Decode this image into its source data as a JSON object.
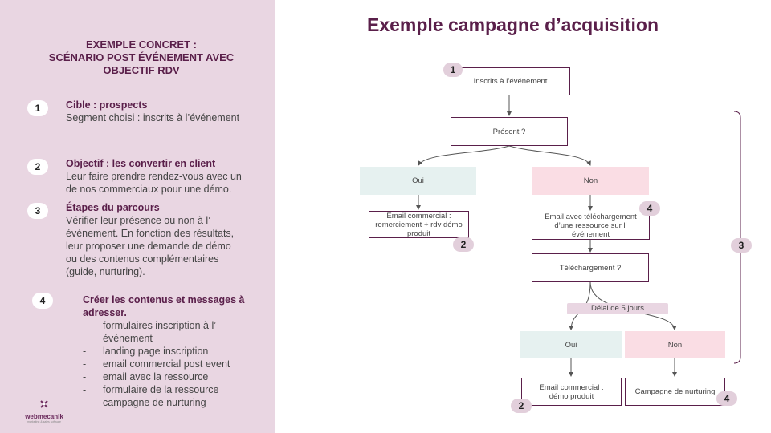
{
  "left_panel": {
    "title_lines": [
      "EXEMPLE CONCRET :",
      "SCÉNARIO POST ÉVÉNEMENT AVEC",
      "OBJECTIF RDV"
    ],
    "sections": [
      {
        "number": "1",
        "heading": "Cible : prospects",
        "body": "Segment choisi : inscrits à l’événement"
      },
      {
        "number": "2",
        "heading": "Objectif : les convertir en client",
        "body_lines": [
          "Leur faire prendre rendez-vous avec un",
          "de nos commerciaux pour une démo."
        ]
      },
      {
        "number": "3",
        "heading": "Étapes du parcours",
        "body_lines": [
          "Vérifier leur présence ou non à l’",
          "événement. En fonction des résultats,",
          "leur proposer une demande de démo",
          "ou des contenus complémentaires",
          "(guide, nurturing)."
        ]
      },
      {
        "number": "4",
        "heading_lines": [
          "Créer les contenus et messages à",
          "adresser."
        ]
      }
    ],
    "bullets": [
      {
        "dash": "-",
        "lines": [
          "formulaires inscription à l’",
          "événement"
        ]
      },
      {
        "dash": "-",
        "lines": [
          "landing page inscription"
        ]
      },
      {
        "dash": "-",
        "lines": [
          "email commercial post event"
        ]
      },
      {
        "dash": "-",
        "lines": [
          "email avec la ressource"
        ]
      },
      {
        "dash": "-",
        "lines": [
          "formulaire de la ressource"
        ]
      },
      {
        "dash": "-",
        "lines": [
          "campagne de nurturing"
        ]
      }
    ],
    "logo": {
      "name": "webmecanik",
      "tagline": "marketing & sales software"
    }
  },
  "diagram": {
    "title": "Exemple campagne d’acquisition",
    "nodes": {
      "inscrits": "Inscrits à l’événement",
      "present": "Présent ?",
      "oui1": "Oui",
      "non1": "Non",
      "email_commercial_1": [
        "Email commercial :",
        "remerciement + rdv démo",
        "produit"
      ],
      "email_telechargement": [
        "Email avec téléchargement",
        "d’une ressource sur  l’",
        "événement"
      ],
      "telechargement": "Téléchargement ?",
      "delai": "Délai de 5 jours",
      "oui2": "Oui",
      "non2": "Non",
      "email_commercial_2": [
        "Email commercial :",
        "démo produit"
      ],
      "nurturing": "Campagne de nurturing"
    },
    "badges": {
      "b1": "1",
      "b2a": "2",
      "b4a": "4",
      "b3": "3",
      "b2b": "2",
      "b4b": "4"
    }
  },
  "colors": {
    "brand": "#5a1f4a",
    "panel_bg": "#e9d6e2",
    "oui_fill": "#e6f1f0",
    "non_fill": "#fadde4",
    "badge_fill": "#e2cfdb"
  }
}
